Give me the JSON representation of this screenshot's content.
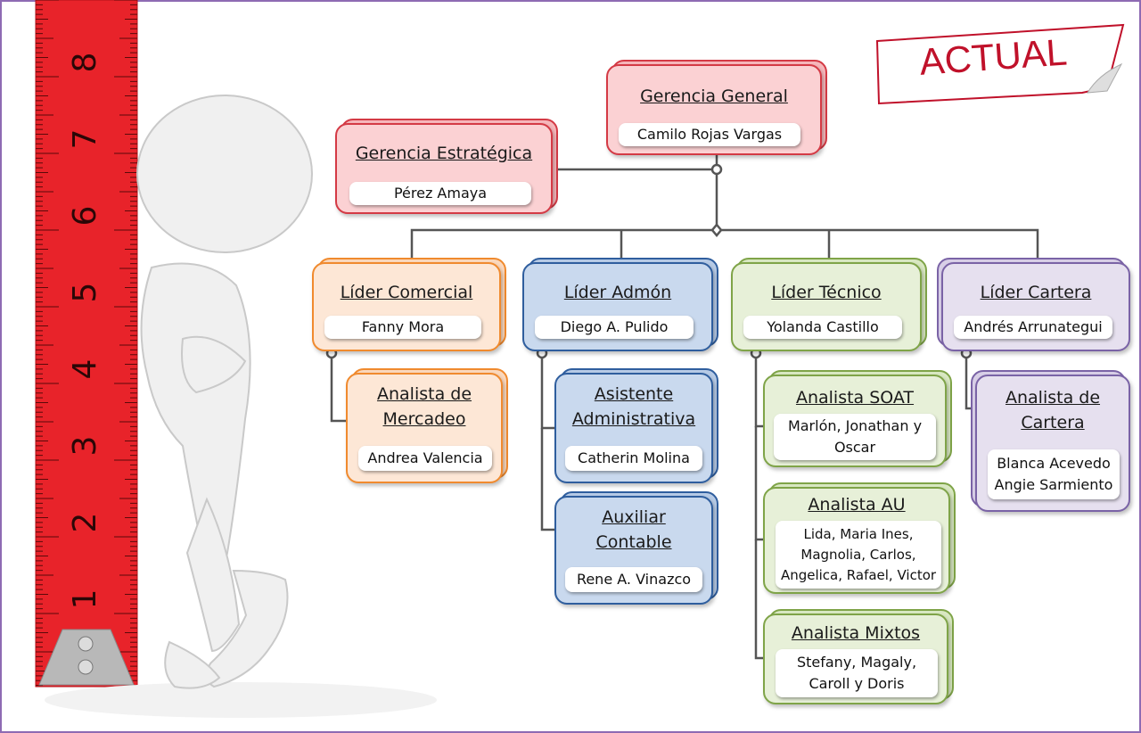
{
  "badge": {
    "text": "ACTUAL"
  },
  "ruler": {
    "labels": [
      "8",
      "7",
      "6",
      "5",
      "4",
      "3",
      "2",
      "1"
    ]
  },
  "nodes": {
    "gerencia_general": {
      "title": "Gerencia General",
      "name": "Camilo Rojas Vargas"
    },
    "gerencia_estrategica": {
      "title": "Gerencia Estratégica",
      "name": "Pérez Amaya"
    },
    "lider_comercial": {
      "title": "Líder Comercial",
      "name": "Fanny Mora"
    },
    "lider_admon": {
      "title": "Líder Admón",
      "name": "Diego A. Pulido"
    },
    "lider_tecnico": {
      "title": "Líder Técnico",
      "name": "Yolanda Castillo"
    },
    "lider_cartera": {
      "title": "Líder Cartera",
      "name": "Andrés Arrunategui"
    },
    "analista_mercadeo": {
      "title_line1": "Analista de",
      "title_line2": "Mercadeo",
      "name": "Andrea Valencia"
    },
    "asistente_admin": {
      "title_line1": "Asistente",
      "title_line2": "Administrativa",
      "name": "Catherin Molina"
    },
    "auxiliar_contable": {
      "title_line1": "Auxiliar",
      "title_line2": "Contable",
      "name": "Rene A. Vinazco"
    },
    "analista_soat": {
      "title": "Analista SOAT",
      "name_line1": "Marlón, Jonathan y",
      "name_line2": "Oscar"
    },
    "analista_au": {
      "title": "Analista AU",
      "name_line1": "Lida, Maria Ines,",
      "name_line2": "Magnolia, Carlos,",
      "name_line3": "Angelica, Rafael, Victor"
    },
    "analista_mixtos": {
      "title": "Analista Mixtos",
      "name_line1": "Stefany, Magaly,",
      "name_line2": "Caroll y Doris"
    },
    "analista_cartera": {
      "title_line1": "Analista de",
      "title_line2": "Cartera",
      "name_line1": "Blanca Acevedo",
      "name_line2": "Angie Sarmiento"
    }
  },
  "colors": {
    "red": "#d43a45",
    "orange": "#f08a2e",
    "blue": "#2f5e9e",
    "green": "#7fa448",
    "purple": "#7a63a6",
    "badge_text": "#c0112a",
    "ruler": "#e8232a"
  }
}
